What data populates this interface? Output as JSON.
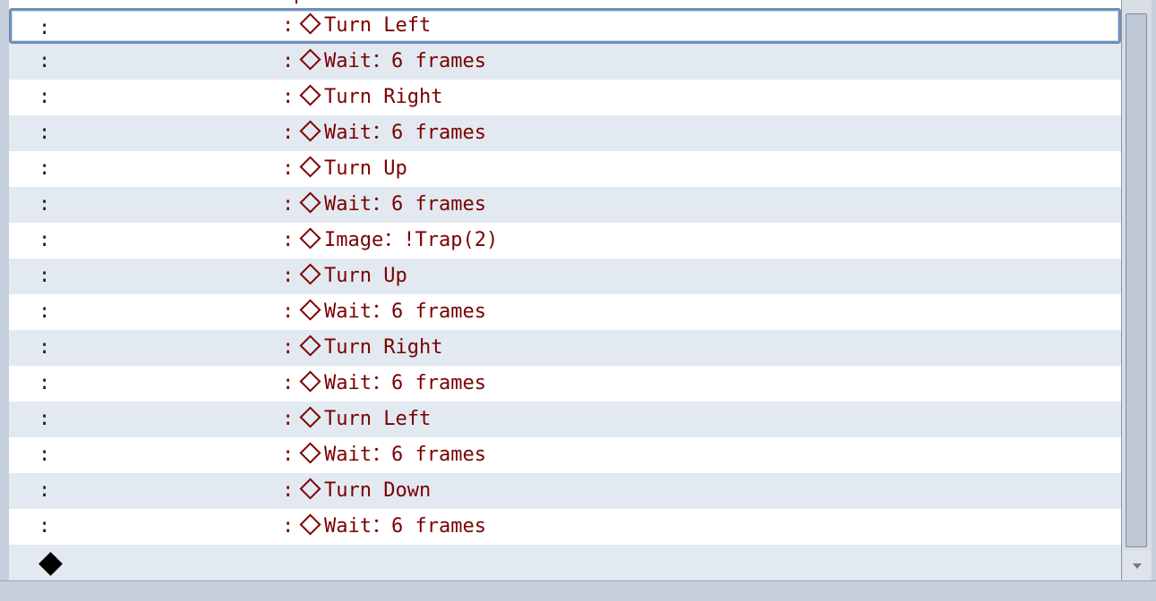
{
  "event_commands": {
    "rows": [
      {
        "indent_marker": ":",
        "sub_marker": ":",
        "text": "Turn Left",
        "selected": true
      },
      {
        "indent_marker": ":",
        "sub_marker": ":",
        "text": "Wait：6 frames"
      },
      {
        "indent_marker": ":",
        "sub_marker": ":",
        "text": "Turn Right"
      },
      {
        "indent_marker": ":",
        "sub_marker": ":",
        "text": "Wait：6 frames"
      },
      {
        "indent_marker": ":",
        "sub_marker": ":",
        "text": "Turn Up"
      },
      {
        "indent_marker": ":",
        "sub_marker": ":",
        "text": "Wait：6 frames"
      },
      {
        "indent_marker": ":",
        "sub_marker": ":",
        "text": "Image：!Trap(2)"
      },
      {
        "indent_marker": ":",
        "sub_marker": ":",
        "text": "Turn Up"
      },
      {
        "indent_marker": ":",
        "sub_marker": ":",
        "text": "Wait：6 frames"
      },
      {
        "indent_marker": ":",
        "sub_marker": ":",
        "text": "Turn Right"
      },
      {
        "indent_marker": ":",
        "sub_marker": ":",
        "text": "Wait：6 frames"
      },
      {
        "indent_marker": ":",
        "sub_marker": ":",
        "text": "Turn Left"
      },
      {
        "indent_marker": ":",
        "sub_marker": ":",
        "text": "Wait：6 frames"
      },
      {
        "indent_marker": ":",
        "sub_marker": ":",
        "text": "Turn Down"
      },
      {
        "indent_marker": ":",
        "sub_marker": ":",
        "text": "Wait：6 frames"
      }
    ],
    "end_marker_icon": "filled-diamond-icon"
  },
  "scrollbar": {
    "down_arrow_icon": "scroll-down-arrow-icon"
  },
  "colors": {
    "command_text": "#7a0000",
    "row_alt": "#e3e9f1",
    "selection_border": "#6f8fb8"
  }
}
